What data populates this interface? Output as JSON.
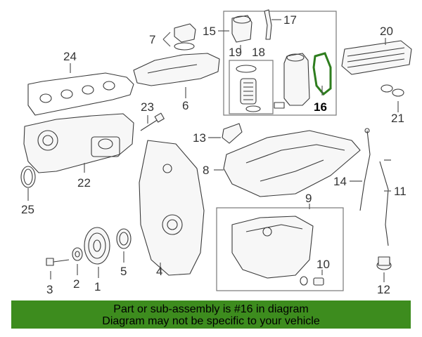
{
  "diagram": {
    "highlighted_callout": "16",
    "highlight_color": "#2e7d1e",
    "callouts": {
      "c1": "1",
      "c2": "2",
      "c3": "3",
      "c4": "4",
      "c5": "5",
      "c6": "6",
      "c7": "7",
      "c8": "8",
      "c9": "9",
      "c10": "10",
      "c11": "11",
      "c12": "12",
      "c13": "13",
      "c14": "14",
      "c15": "15",
      "c16": "16",
      "c17": "17",
      "c18": "18",
      "c19": "19",
      "c20": "20",
      "c21": "21",
      "c22": "22",
      "c23": "23",
      "c24": "24",
      "c25": "25"
    }
  },
  "footer": {
    "line1": "Part or sub-assembly is #16 in diagram",
    "line2": "Diagram may not be specific to your vehicle",
    "background_color": "#3d8c1e"
  }
}
